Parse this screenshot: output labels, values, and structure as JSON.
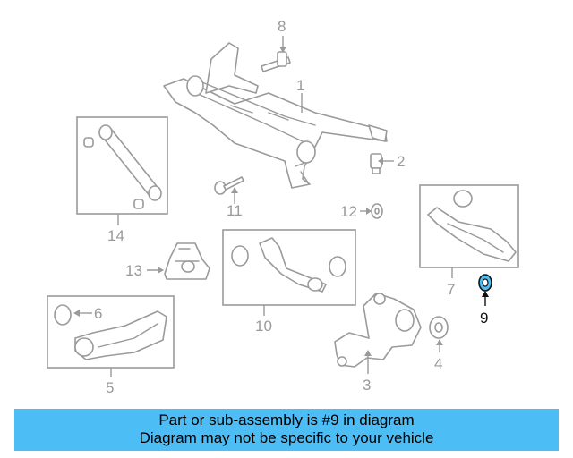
{
  "diagram": {
    "callouts": [
      "1",
      "2",
      "3",
      "4",
      "5",
      "6",
      "7",
      "8",
      "9",
      "10",
      "11",
      "12",
      "13",
      "14"
    ],
    "highlighted_callout": "9",
    "highlight_color": "#4dbdf5"
  },
  "banner": {
    "line1": "Part or sub-assembly is #9 in diagram",
    "line2": "Diagram may not be specific to your vehicle",
    "background": "#4dbdf5"
  }
}
